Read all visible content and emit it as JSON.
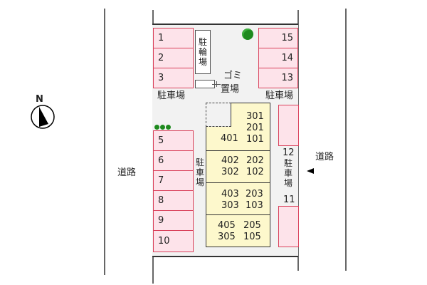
{
  "map": {
    "compass": {
      "label": "N",
      "icon": "north-arrow-icon"
    },
    "roads": {
      "west_label": "道路",
      "east_label": "道路",
      "east_entrance_icon": "triangle-left-icon"
    },
    "parking": {
      "top_left_slots": [
        "1",
        "2",
        "3"
      ],
      "left_slots": [
        "5",
        "6",
        "7",
        "8",
        "9",
        "10"
      ],
      "top_right_slots": [
        "15",
        "14",
        "13"
      ],
      "right_slot_labels": {
        "upper": "12",
        "lower": "11"
      },
      "label_top_left": "駐車場",
      "label_top_right": "駐車場",
      "label_center_vertical": "駐車場",
      "label_right_vertical": "駐車場"
    },
    "bicycle_parking": {
      "label": "駐輪場"
    },
    "garbage": {
      "label_line1": "ゴミ",
      "label_line2": "置場"
    },
    "building": {
      "blocks": [
        {
          "left": [
            "401"
          ],
          "right": [
            "301",
            "201",
            "101"
          ]
        },
        {
          "left": [
            "402",
            "302"
          ],
          "right": [
            "202",
            "102"
          ]
        },
        {
          "left": [
            "403",
            "303"
          ],
          "right": [
            "203",
            "103"
          ]
        },
        {
          "left": [
            "405",
            "305"
          ],
          "right": [
            "205",
            "105"
          ]
        }
      ]
    },
    "colors": {
      "parking_fill": "#fde3ea",
      "parking_border": "#d9405a",
      "building_fill": "#fdf8cc",
      "tree": "#1e8a1e",
      "site_bg": "#f2f2f2"
    }
  }
}
